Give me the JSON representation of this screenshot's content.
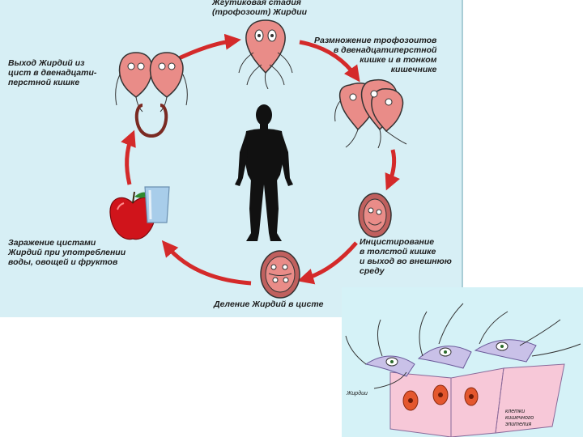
{
  "cycle": {
    "top_label": "Жгутиковая стадия\n(трофозоит) Жирдии",
    "reproduction_label": "Размножение трофозоитов\nв двенадцатиперстной\nкишке и в тонком\nкишечнике",
    "encystment_label": "Инцистирование\nв толстой кишке\nи выход во внешнюю\nсреду",
    "division_label": "Деление Жирдий в цисте",
    "infection_label": "Заражение цистами\nЖирдий при употреблении\nводы, овощей и фруктов",
    "exit_label": "Выход Жирдий из\nцист в двенадцати-\nперстной кишке"
  },
  "inset": {
    "giardia_label": "Жирдии",
    "cells_label": "клетки\nкишечного\nэпителия"
  },
  "colors": {
    "panel_bg": "#d7eff5",
    "arrow": "#d42a2a",
    "trophozoite": "#e98c88",
    "apple": "#d0141b"
  }
}
